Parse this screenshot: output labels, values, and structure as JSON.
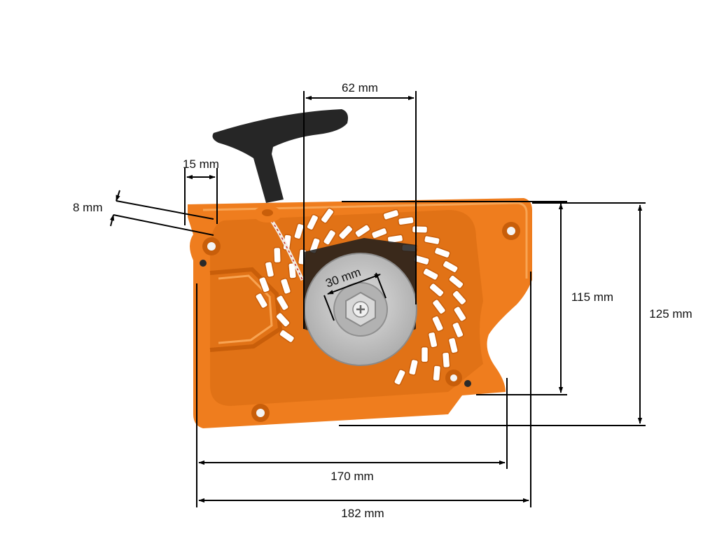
{
  "dimensions": {
    "handle_offset": "62 mm",
    "lug_width": "15 mm",
    "lug_gap": "8 mm",
    "pulley_diameter": "30 mm",
    "inner_height": "115 mm",
    "outer_height": "125 mm",
    "inner_width": "170 mm",
    "outer_width": "182 mm"
  },
  "colors": {
    "housing": "#ef7d1e",
    "housing_dark": "#c85e0a",
    "housing_light": "#f8a453",
    "handle": "#262626",
    "pulley": "#c6c6c6",
    "dimension_line": "#000000"
  }
}
